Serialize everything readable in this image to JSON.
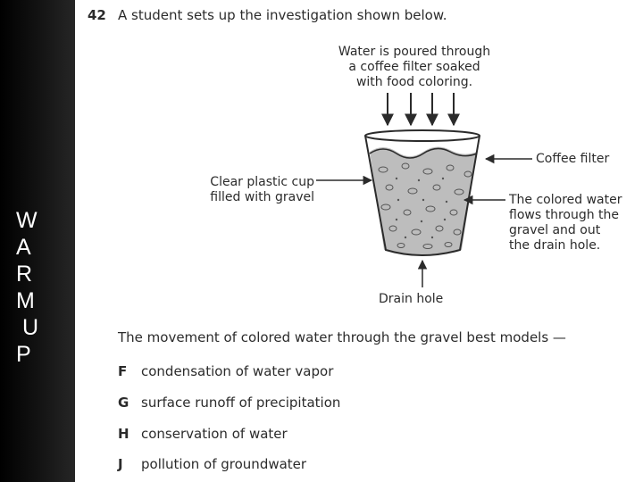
{
  "sidebar": {
    "letters": [
      "W",
      "A",
      "R",
      "M",
      " U",
      "P"
    ]
  },
  "question": {
    "number": "42",
    "text": "A student sets up the investigation shown below."
  },
  "diagram": {
    "pour_label": [
      "Water is poured through",
      "a coffee filter soaked",
      "with food coloring."
    ],
    "cup_label": [
      "Clear plastic cup",
      "filled with gravel"
    ],
    "filter_label": "Coffee filter",
    "flow_label": [
      "The colored water",
      "flows through the",
      "gravel and out",
      "the drain hole."
    ],
    "drain_label": "Drain hole"
  },
  "stem": "The movement of colored water through the gravel best models —",
  "options": [
    {
      "letter": "F",
      "text": "condensation of water vapor"
    },
    {
      "letter": "G",
      "text": "surface runoff of precipitation"
    },
    {
      "letter": "H",
      "text": "conservation of water"
    },
    {
      "letter": "J",
      "text": "pollution of groundwater"
    }
  ],
  "colors": {
    "sidebar": "#000000",
    "gravel": "#bdbdbd",
    "text": "#2b2b2b"
  }
}
